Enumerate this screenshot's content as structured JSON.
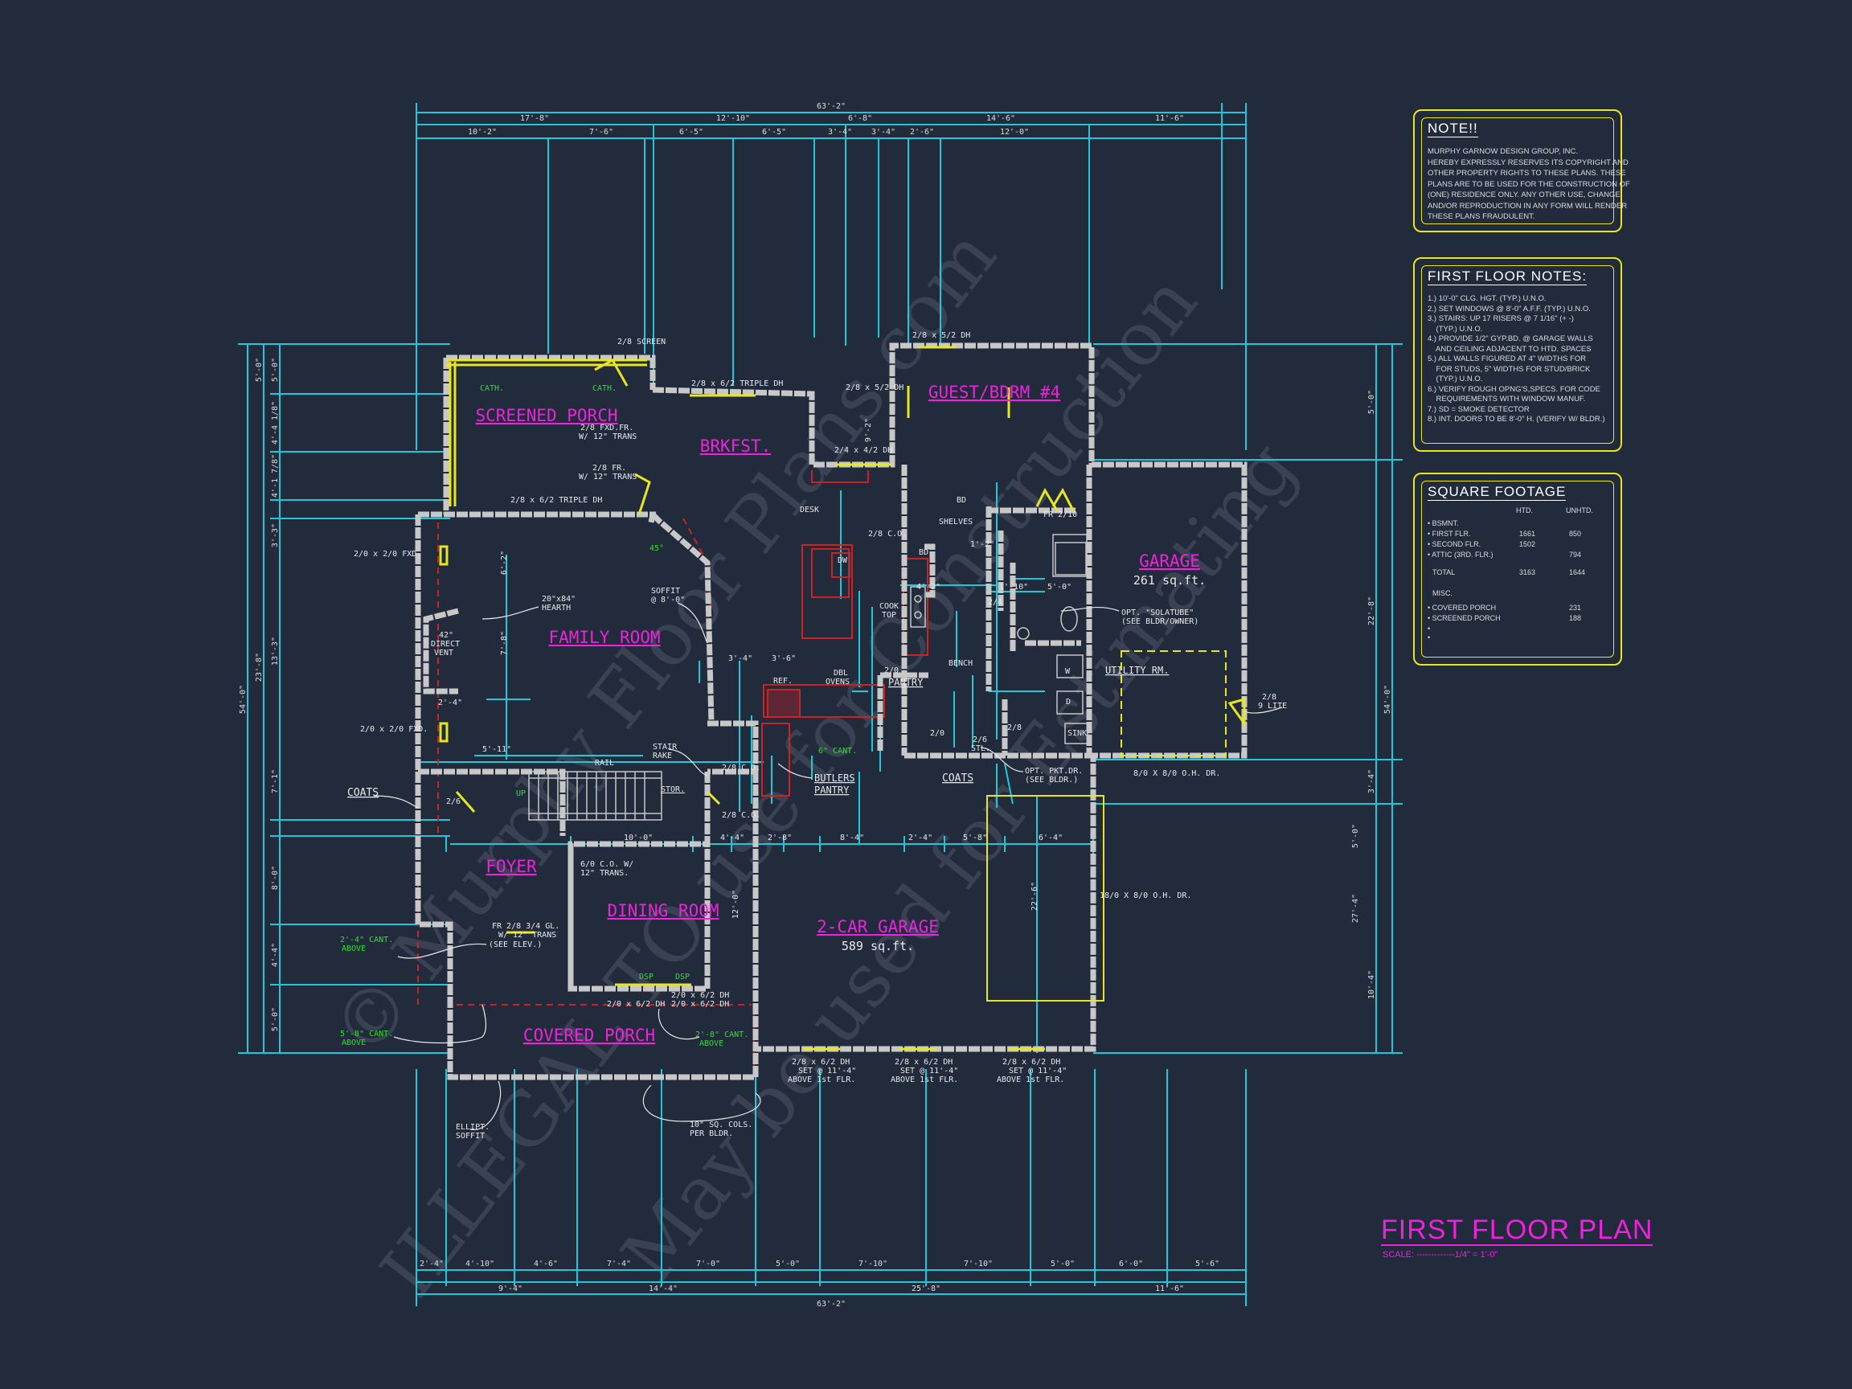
{
  "overall_dims": {
    "top_total": "63'-2\"",
    "top_row1": [
      "17'-8\"",
      "12'-10\"",
      "6'-8\"",
      "14'-6\"",
      "11'-6\""
    ],
    "top_row2": [
      "10'-2\"",
      "7'-6\"",
      "6'-5\"",
      "6'-5\"",
      "3'-4\"",
      "3'-4\"",
      "2'-6\"",
      "12'-0\""
    ],
    "bottom_total": "63'-2\"",
    "bottom_row1": [
      "2'-4\"",
      "4'-10\"",
      "4'-6\"",
      "7'-4\"",
      "7'-0\"",
      "5'-0\"",
      "7'-10\"",
      "7'-10\"",
      "5'-0\"",
      "6'-0\"",
      "5'-6\""
    ],
    "bottom_row2": [
      "9'-4\"",
      "14'-4\"",
      "25'-8\"",
      "11'-6\""
    ],
    "left_total": "54'-0\"",
    "left_segments": [
      "5'-0\"",
      "4'-4 1/8\"",
      "4'-1 7/8\"",
      "3'-3\"",
      "13'-3\"",
      "7'-1\"",
      "8'-0\"",
      "4'-4\"",
      "5'-0\""
    ],
    "left_sub": [
      "5'-0\"",
      "23'-8\""
    ],
    "right_total": "54'-0\"",
    "right_segments": [
      "5'-0\"",
      "22'-8\"",
      "3'-4\"",
      "5'-0\"",
      "10'-4\""
    ],
    "right_sub": [
      "27'-4\""
    ]
  },
  "rooms": [
    {
      "name": "SCREENED PORCH"
    },
    {
      "name": "BRKFST."
    },
    {
      "name": "GUEST/BDRM #4"
    },
    {
      "name": "FAMILY ROOM"
    },
    {
      "name": "GARAGE",
      "area": "261 sq.ft."
    },
    {
      "name": "FOYER"
    },
    {
      "name": "DINING ROOM"
    },
    {
      "name": "2-CAR GARAGE",
      "area": "589 sq.ft."
    },
    {
      "name": "COVERED PORCH"
    }
  ],
  "labels": {
    "screen": "2/8 SCREEN",
    "cath1": "CATH.",
    "cath2": "CATH.",
    "triple_dh_top": "2/8 x 6/2 TRIPLE DH",
    "triple_dh_porch": "2/8 x 6/2 TRIPLE DH",
    "fxd_fr": "2/8 FXD.FR.",
    "fxd_fr_trans": "W/ 12\" TRANS",
    "fr": "2/8 FR.",
    "fr_trans": "W/ 12\" TRANS",
    "dh_guest": "2/8 x 5/2 DH",
    "dh_kitchen": "2/8 x 5/2 DH",
    "dh_44": "2/4 x 4/2 DH",
    "fxd_left1": "2/0 x 2/0 FXD.",
    "fxd_left2": "2/0 x 2/0 FXD.",
    "hearth": "20\"x84\"",
    "hearth2": "HEARTH",
    "vent1": "42\"",
    "vent2": "DIRECT",
    "vent3": "VENT",
    "angle": "45°",
    "soffit1": "SOFFIT",
    "soffit2": "@ 8'-0\"",
    "desk": "DESK",
    "dw": "DW",
    "co_28": "2/8 C.O.",
    "bd": "BD",
    "shelves": "SHELVES",
    "fr_210": "FR 2/10",
    "cook1": "COOK",
    "cook2": "TOP",
    "d24": "2/4",
    "opt1": "OPT. \"SOLATUBE\"",
    "opt2": "(SEE BLDR/OWNER)",
    "bench": "BENCH",
    "utility": "UTILITY RM.",
    "w": "W",
    "d": "D",
    "sink": "SINK",
    "nine_lite1": "2/8",
    "nine_lite2": "9 LITE",
    "ref": "REF.",
    "dbl1": "DBL",
    "dbl2": "OVENS",
    "pantry_door": "2/0",
    "pantry": "PANTRY",
    "cant6": "6\" CANT.",
    "rail": "RAIL",
    "stair1": "STAIR",
    "stair2": "RAKE",
    "stor": "STOR.",
    "co_28b": "2/8 C.O.",
    "co_28c": "2/8 C.O.",
    "butler1": "BUTLERS",
    "butler2": "PANTRY",
    "d20": "2/0",
    "d26stl1": "2/6",
    "d26stl2": "STL.",
    "d28": "2/8",
    "coats_right": "COATS",
    "coats_left": "COATS",
    "opt_pkt1": "OPT. PKT.DR.",
    "opt_pkt2": "(SEE BLDR.)",
    "up": "UP",
    "d26": "2/6",
    "ohdr_small": "8/0 X 8/0 O.H. DR.",
    "ohdr_large": "18/0 X 8/0 O.H. DR.",
    "co_610_1": "6/0 C.O. W/",
    "co_610_2": "12\" TRANS.",
    "fr_234_1": "FR 2/8 3/4 GL.",
    "fr_234_2": "W/ 12\" TRANS",
    "fr_234_3": "(SEE ELEV.)",
    "cant_24_1": "2'-4\" CANT.",
    "cant_24_2": "ABOVE",
    "cant_58_1": "5'-8\" CANT.",
    "cant_58_2": "ABOVE",
    "cant_28_1": "2'-8\" CANT.",
    "cant_28_2": "ABOVE",
    "dsp1": "DSP",
    "dsp2": "DSP",
    "dh_front1": "2/0 x 6/2 DH",
    "dh_front2": "2/0 x 6/2 DH",
    "dh_front3": "2/0 x 6/2 DH",
    "dh_g1_1": "2/8 x 6/2 DH",
    "dh_g1_2": "SET @ 11'-4\"",
    "dh_g1_3": "ABOVE 1st FLR.",
    "dh_g2_1": "2/8 x 6/2 DH",
    "dh_g2_2": "SET @ 11'-4\"",
    "dh_g2_3": "ABOVE 1st FLR.",
    "dh_g3_1": "2/8 x 6/2 DH",
    "dh_g3_2": "SET @ 11'-4\"",
    "dh_g3_3": "ABOVE 1st FLR.",
    "ell1": "ELLIPT.",
    "ell2": "SOFFIT",
    "col1": "10\" SQ. COLS.",
    "col2": "PER BLDR.",
    "dim_511": "5'-11\"",
    "dim_34a": "3'-4\"",
    "dim_36": "3'-6\"",
    "dim_100": "10'-0\"",
    "dim_44": "4'-4\"",
    "dim_28": "2'-8\"",
    "dim_84": "8'-4\"",
    "dim_24b": "2'-4\"",
    "dim_58": "5'-8\"",
    "dim_64": "6'-4\"",
    "dim_42": "4'-2\"",
    "dim_50": "5'-0\"",
    "dim_110": "1'-10\"",
    "dim_12": "1'-2\"",
    "dim_24": "2'-4\"",
    "dim_92": "9'-2\"",
    "dim_64v": "6'-2\"",
    "dim_78": "7'-8\"",
    "dim_120": "12'-0\"",
    "dim_226": "22'-6\""
  },
  "notes_box": {
    "title": "NOTE!!",
    "lines": [
      "MURPHY GARNOW DESIGN GROUP, INC.",
      "HEREBY EXPRESSLY RESERVES ITS COPYRIGHT AND",
      "OTHER PROPERTY RIGHTS TO THESE PLANS. THESE",
      "PLANS ARE TO BE USED FOR THE CONSTRUCTION OF",
      "(ONE) RESIDENCE ONLY. ANY OTHER USE, CHANGE",
      "AND/OR REPRODUCTION IN ANY FORM WILL RENDER",
      "THESE PLANS FRAUDULENT."
    ]
  },
  "floor_notes": {
    "title": "FIRST FLOOR NOTES:",
    "lines": [
      "1.) 10'-0\" CLG. HGT. (TYP.) U.N.O.",
      "2.) SET WINDOWS @ 8'-0\" A.F.F. (TYP.) U.N.O.",
      "3.) STAIRS: UP 17 RISERS @ 7 1/16\" (+ -)",
      "    (TYP.) U.N.O.",
      "4.) PROVIDE 1/2\" GYP.BD. @ GARAGE WALLS",
      "    AND CEILING ADJACENT TO HTD. SPACES",
      "5.) ALL WALLS FIGURED AT 4\" WIDTHS FOR",
      "    FOR STUDS, 5\" WIDTHS FOR STUD/BRICK",
      "    (TYP.) U.N.O.",
      "6.) VERIFY ROUGH OPNG'S,SPECS. FOR CODE",
      "    REQUIREMENTS WITH WINDOW MANUF.",
      "7.) SD = SMOKE DETECTOR",
      "8.) INT. DOORS TO BE 8'-0\" H. (VERIFY W/ BLDR.)"
    ]
  },
  "square_footage": {
    "title": "SQUARE FOOTAGE",
    "col_htd": "HTD.",
    "col_unhtd": "UNHTD.",
    "rows": [
      {
        "label": "• BSMNT.",
        "htd": "",
        "unhtd": ""
      },
      {
        "label": "• FIRST FLR.",
        "htd": "1661",
        "unhtd": "850"
      },
      {
        "label": "• SECOND FLR.",
        "htd": "1502",
        "unhtd": ""
      },
      {
        "label": "• ATTIC (3rd. FLR.)",
        "htd": "",
        "unhtd": "794"
      },
      {
        "label": "TOTAL",
        "htd": "3163",
        "unhtd": "1644"
      },
      {
        "label": "MISC.",
        "htd": "",
        "unhtd": ""
      },
      {
        "label": "• COVERED PORCH",
        "htd": "",
        "unhtd": "231"
      },
      {
        "label": "• SCREENED PORCH",
        "htd": "",
        "unhtd": "188"
      },
      {
        "label": "•",
        "htd": "",
        "unhtd": ""
      },
      {
        "label": "•",
        "htd": "",
        "unhtd": ""
      }
    ]
  },
  "plan_title": "FIRST FLOOR PLAN",
  "plan_scale": "SCALE: -------------1/4\" = 1'-0\"",
  "watermark": {
    "line1": "© Murphy Floor Plans.com",
    "line2": "ILLEGAL TO use for Construction",
    "line3": "May be used for Estimating"
  },
  "colors": {
    "background": "#222b3c",
    "dimension": "#1fc8d8",
    "wall": "#c8c8c8",
    "room_label": "#ee22dd",
    "window": "#e8e61e",
    "note": "#33dd33",
    "kitchen": "#cc2222"
  }
}
